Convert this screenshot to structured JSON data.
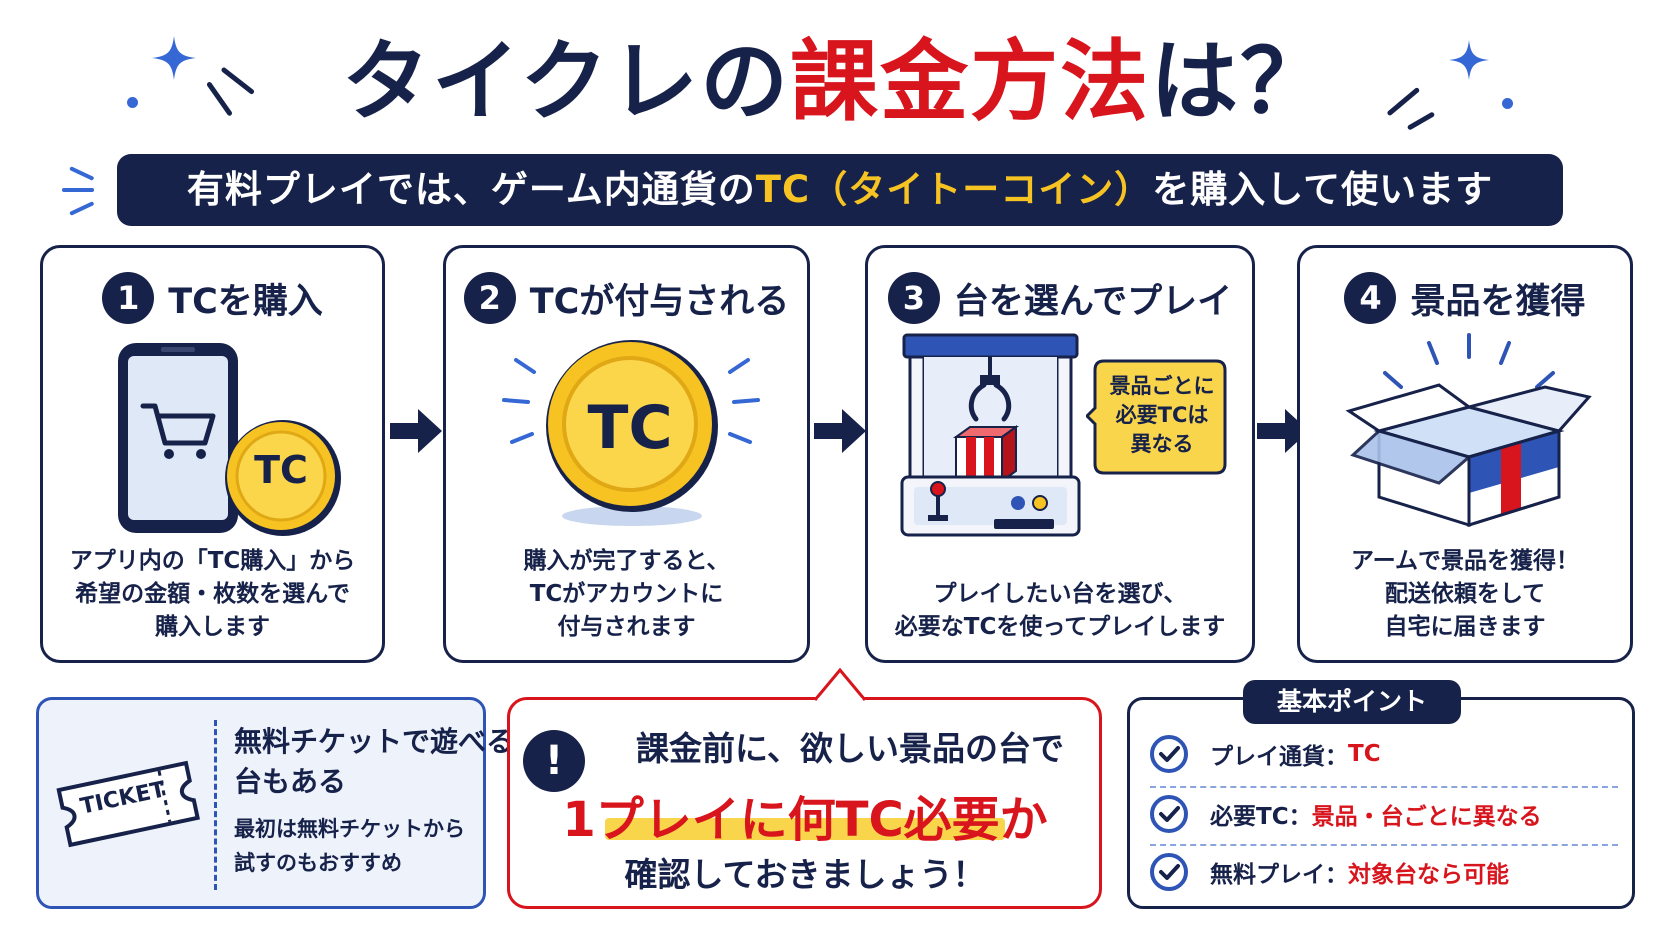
{
  "title": {
    "part1": "タイクレの",
    "part2": "課金方法",
    "part3": "は？"
  },
  "banner": {
    "pre": "有料プレイでは、ゲーム内通貨の",
    "highlight": "TC（タイトーコイン）",
    "post": "を購入して使います"
  },
  "steps": [
    {
      "number": "1",
      "title": "TCを購入",
      "coin_label": "TC",
      "desc": [
        "アプリ内の「TC購入」から",
        "希望の金額・枚数を選んで",
        "購入します"
      ]
    },
    {
      "number": "2",
      "title": "TCが付与される",
      "coin_label": "TC",
      "desc": [
        "購入が完了すると、",
        "TCがアカウントに",
        "付与されます"
      ]
    },
    {
      "number": "3",
      "title": "台を選んでプレイ",
      "bubble": [
        "景品ごとに",
        "必要TCは",
        "異なる"
      ],
      "desc": [
        "プレイしたい台を選び、",
        "必要なTCを使ってプレイします"
      ]
    },
    {
      "number": "4",
      "title": "景品を獲得",
      "desc": [
        "アームで景品を獲得！",
        "配送依頼をして",
        "自宅に届きます"
      ]
    }
  ],
  "ticket_panel": {
    "ticket_label": "TICKET",
    "line1": "無料チケットで遊べる",
    "line2": "台もある",
    "line3": "最初は無料チケットから",
    "line4": "試すのもおすすめ"
  },
  "alert": {
    "icon": "!",
    "line1": "課金前に、欲しい景品の台で",
    "line2": "1プレイに何TC必要か",
    "line3": "確認しておきましょう！"
  },
  "points": {
    "header": "基本ポイント",
    "items": [
      {
        "label": "プレイ通貨：",
        "value": "TC"
      },
      {
        "label": "必要TC：",
        "value": "景品・台ごとに異なる"
      },
      {
        "label": "無料プレイ：",
        "value": "対象台なら可能"
      }
    ]
  },
  "colors": {
    "navy": "#17224a",
    "red": "#d8141c",
    "gold": "#f6c323",
    "blue": "#2e55b5"
  }
}
